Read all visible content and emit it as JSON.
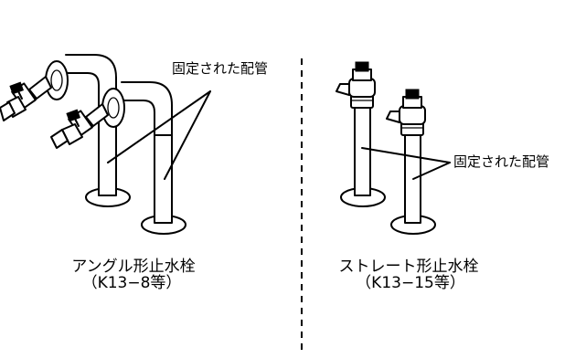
{
  "left": {
    "callout": "固定された配管",
    "caption_line1": "アングル形止水栓",
    "caption_line2": "（K13−8等）"
  },
  "right": {
    "callout": "固定された配管",
    "caption_line1": "ストレート形止水栓",
    "caption_line2": "（K13−15等）"
  },
  "colors": {
    "line": "#000000",
    "background": "#ffffff"
  }
}
